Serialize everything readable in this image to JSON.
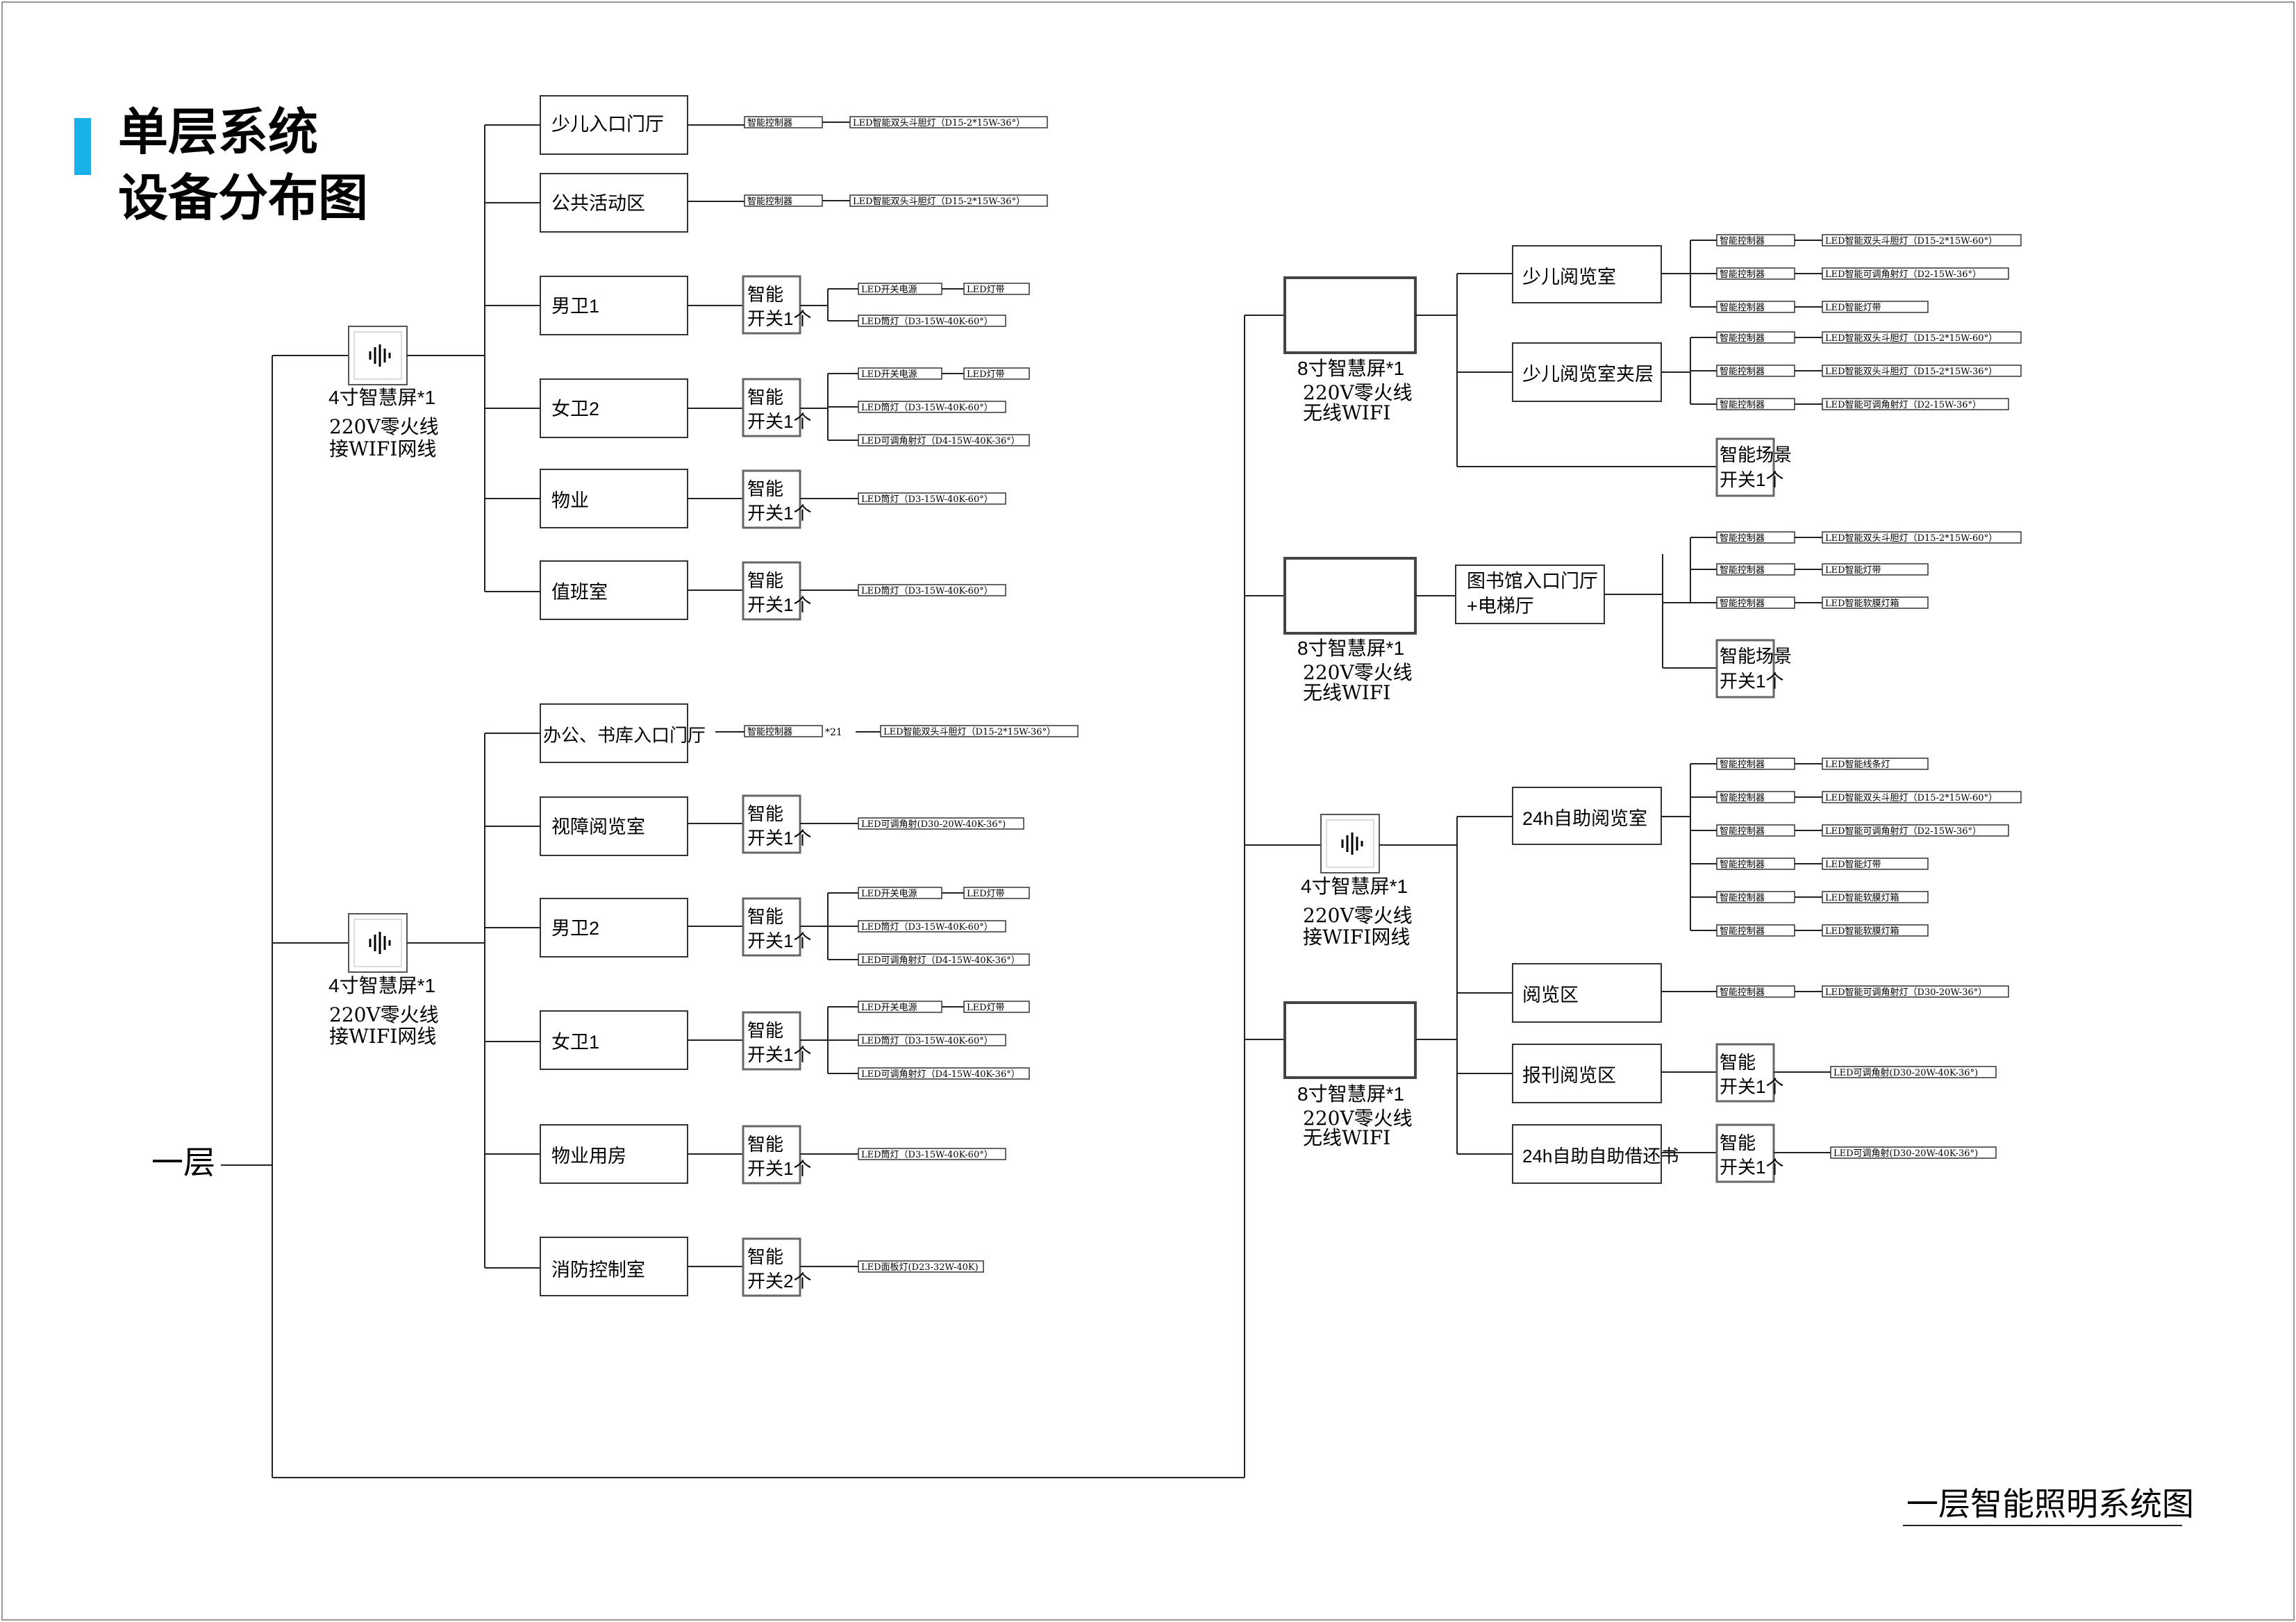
{
  "title": {
    "line1": "单层系统",
    "line2": "设备分布图",
    "accent_color": "#1ab0e8"
  },
  "root_label": "一层",
  "caption": "一层智能照明系统图",
  "common": {
    "controller": "智能控制器",
    "wire_smart": "220V零火线",
    "wire_wifi": "接WIFI网线",
    "wire_wireless": "无线WIFI",
    "x21": "*21"
  },
  "hubs": [
    {
      "label": "4寸智慧屏*1",
      "icon": "speaker-icon"
    },
    {
      "label": "4寸智慧屏*1",
      "icon": "speaker-icon"
    },
    {
      "label": "8寸智慧屏*1"
    },
    {
      "label": "8寸智慧屏*1"
    },
    {
      "label": "4寸智慧屏*1",
      "icon": "speaker-icon"
    },
    {
      "label": "8寸智慧屏*1"
    }
  ],
  "switches": {
    "s1": [
      "智能",
      "开关1个"
    ],
    "s2": [
      "智能",
      "开关2个"
    ],
    "scene": [
      "智能场景",
      "开关1个"
    ]
  },
  "left_upper_rooms": [
    {
      "name": "少儿入口门厅",
      "device": "LED智能双头斗胆灯（D15-2*15W-36°）"
    },
    {
      "name": "公共活动区",
      "device": "LED智能双头斗胆灯（D15-2*15W-36°）"
    },
    {
      "name": "男卫1",
      "devices": [
        "LED开关电源",
        "LED灯带",
        "LED筒灯（D3-15W-40K-60°）"
      ]
    },
    {
      "name": "女卫2",
      "devices": [
        "LED开关电源",
        "LED灯带",
        "LED筒灯（D3-15W-40K-60°）",
        "LED可调角射灯（D4-15W-40K-36°）"
      ]
    },
    {
      "name": "物业",
      "devices": [
        "LED筒灯（D3-15W-40K-60°）"
      ]
    },
    {
      "name": "值班室",
      "devices": [
        "LED筒灯（D3-15W-40K-60°）"
      ]
    }
  ],
  "left_lower_rooms": [
    {
      "name": "办公、书库入口门厅",
      "device": "LED智能双头斗胆灯（D15-2*15W-36°）"
    },
    {
      "name": "视障阅览室",
      "devices": [
        "LED可调角射(D30-20W-40K-36°)"
      ]
    },
    {
      "name": "男卫2",
      "devices": [
        "LED开关电源",
        "LED灯带",
        "LED筒灯（D3-15W-40K-60°）",
        "LED可调角射灯（D4-15W-40K-36°）"
      ]
    },
    {
      "name": "女卫1",
      "devices": [
        "LED开关电源",
        "LED灯带",
        "LED筒灯（D3-15W-40K-60°）",
        "LED可调角射灯（D4-15W-40K-36°）"
      ]
    },
    {
      "name": "物业用房",
      "devices": [
        "LED筒灯（D3-15W-40K-60°）"
      ]
    },
    {
      "name": "消防控制室",
      "devices": [
        "LED面板灯(D23-32W-40K)"
      ]
    }
  ],
  "right_rooms": [
    {
      "name": "少儿阅览室",
      "devices": [
        "LED智能双头斗胆灯（D15-2*15W-60°）",
        "LED智能可调角射灯（D2-15W-36°）",
        "LED智能灯带"
      ]
    },
    {
      "name": "少儿阅览室夹层",
      "devices": [
        "LED智能双头斗胆灯（D15-2*15W-60°）",
        "LED智能双头斗胆灯（D15-2*15W-36°）",
        "LED智能可调角射灯（D2-15W-36°）"
      ]
    },
    {
      "name": "图书馆入口门厅",
      "name2": "+电梯厅",
      "devices": [
        "LED智能双头斗胆灯（D15-2*15W-60°）",
        "LED智能灯带",
        "LED智能软膜灯箱"
      ]
    },
    {
      "name": "24h自助阅览室",
      "devices": [
        "LED智能线条灯",
        "LED智能双头斗胆灯（D15-2*15W-60°）",
        "LED智能可调角射灯（D2-15W-36°）",
        "LED智能灯带",
        "LED智能软膜灯箱",
        "LED智能软膜灯箱"
      ]
    },
    {
      "name": "阅览区",
      "devices": [
        "LED智能可调角射灯（D30-20W-36°）"
      ]
    },
    {
      "name": "报刊阅览区",
      "devices": [
        "LED可调角射(D30-20W-40K-36°)"
      ]
    },
    {
      "name": "24h自助自助借还书",
      "devices": [
        "LED可调角射(D30-20W-40K-36°)"
      ]
    }
  ]
}
